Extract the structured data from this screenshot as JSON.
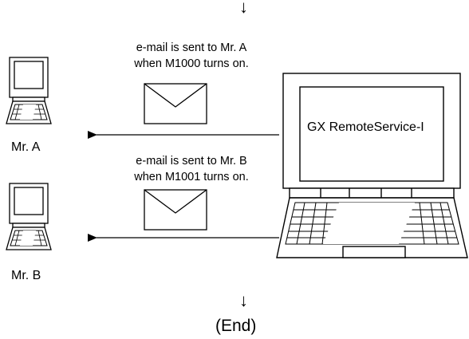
{
  "flow": {
    "top_arrow": "↓",
    "bottom_arrow": "↓",
    "end_label": "(End)"
  },
  "server": {
    "screen_label": "GX RemoteService-I"
  },
  "messages": [
    {
      "line1": "e-mail is sent to Mr. A",
      "line2": "when M1000 turns on."
    },
    {
      "line1": "e-mail is sent to Mr. B",
      "line2": "when M1001 turns on."
    }
  ],
  "recipients": [
    {
      "name": "Mr. A"
    },
    {
      "name": "Mr. B"
    }
  ],
  "icons": {
    "server": "laptop-icon",
    "recipient": "laptop-icon",
    "message": "envelope-icon"
  }
}
